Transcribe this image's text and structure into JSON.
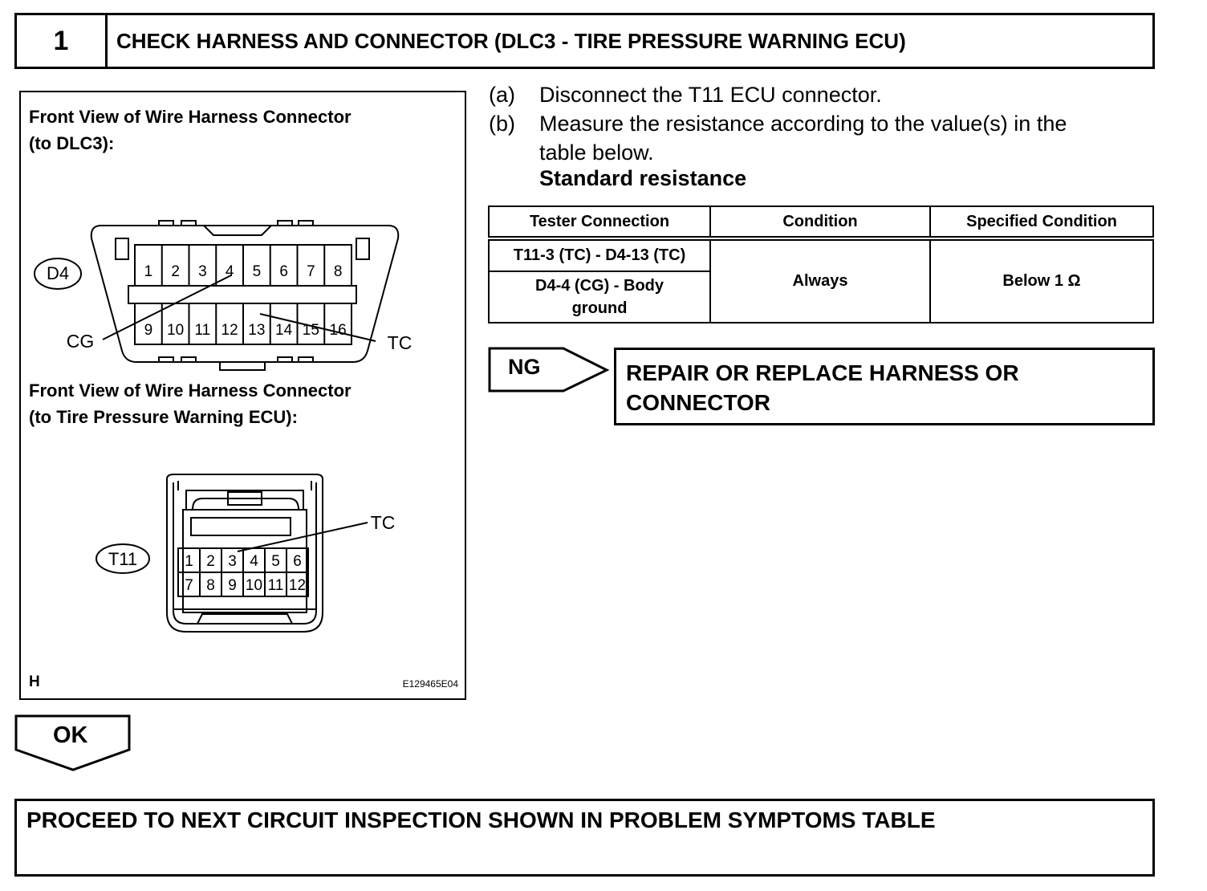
{
  "header": {
    "step_number": "1",
    "title": "CHECK HARNESS AND CONNECTOR (DLC3 - TIRE PRESSURE WARNING ECU)"
  },
  "figure": {
    "caption_dlc3_line1": "Front View of Wire Harness Connector",
    "caption_dlc3_line2": "(to DLC3):",
    "caption_ecu_line1": "Front View of Wire Harness Connector",
    "caption_ecu_line2": "(to Tire Pressure Warning ECU):",
    "d4_connector_id": "D4",
    "d4_top_pins": [
      "1",
      "2",
      "3",
      "4",
      "5",
      "6",
      "7",
      "8"
    ],
    "d4_bottom_pins": [
      "9",
      "10",
      "11",
      "12",
      "13",
      "14",
      "15",
      "16"
    ],
    "d4_label_cg": "CG",
    "d4_label_tc": "TC",
    "t11_connector_id": "T11",
    "t11_top_pins": [
      "1",
      "2",
      "3",
      "4",
      "5",
      "6"
    ],
    "t11_bottom_pins": [
      "7",
      "8",
      "9",
      "10",
      "11",
      "12"
    ],
    "t11_label_tc": "TC",
    "corner_mark": "H",
    "figure_code": "E129465E04"
  },
  "steps": {
    "a_letter": "(a)",
    "a_text": "Disconnect the T11 ECU connector.",
    "b_letter": "(b)",
    "b_text_line1": "Measure the resistance according to the value(s) in the",
    "b_text_line2": "table below.",
    "standard_label": "Standard resistance"
  },
  "table": {
    "headers": [
      "Tester Connection",
      "Condition",
      "Specified Condition"
    ],
    "row1_connection": "T11-3 (TC) - D4-13 (TC)",
    "row2_connection_line1": "D4-4 (CG) - Body",
    "row2_connection_line2": "ground",
    "condition": "Always",
    "specified": "Below 1 Ω"
  },
  "ng": {
    "label": "NG",
    "result_line1": "REPAIR OR REPLACE HARNESS OR",
    "result_line2": "CONNECTOR"
  },
  "ok": {
    "label": "OK",
    "result": "PROCEED TO NEXT CIRCUIT INSPECTION SHOWN IN PROBLEM SYMPTOMS TABLE"
  }
}
